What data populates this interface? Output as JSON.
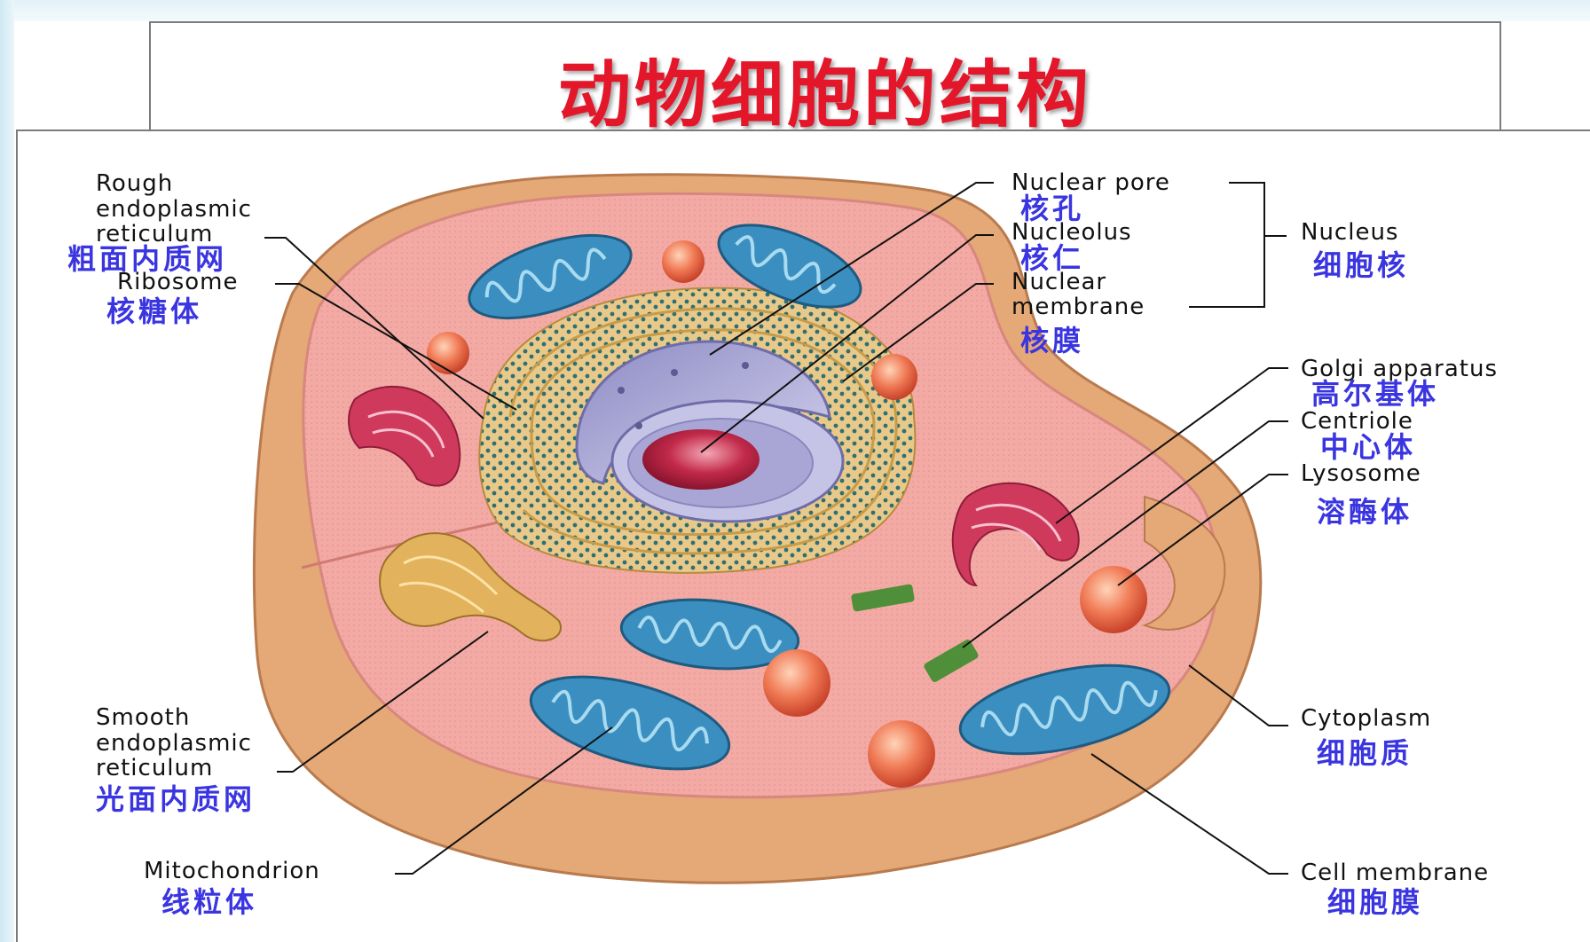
{
  "title": "动物细胞的结构",
  "labels": {
    "rough_er": {
      "en": [
        "Rough",
        "endoplasmic",
        "reticulum"
      ],
      "cn": "粗面内质网"
    },
    "ribosome": {
      "en": [
        "Ribosome"
      ],
      "cn": "核糖体"
    },
    "nuclear_pore": {
      "en": [
        "Nuclear pore"
      ],
      "cn": "核孔"
    },
    "nucleolus": {
      "en": [
        "Nucleolus"
      ],
      "cn": "核仁"
    },
    "nuclear_membrane": {
      "en": [
        "Nuclear",
        "membrane"
      ],
      "cn": "核膜"
    },
    "nucleus": {
      "en": [
        "Nucleus"
      ],
      "cn": "细胞核"
    },
    "golgi": {
      "en": [
        "Golgi apparatus"
      ],
      "cn": "高尔基体"
    },
    "centriole": {
      "en": [
        "Centriole"
      ],
      "cn": "中心体"
    },
    "lysosome": {
      "en": [
        "Lysosome"
      ],
      "cn": "溶酶体"
    },
    "smooth_er": {
      "en": [
        "Smooth",
        "endoplasmic",
        "reticulum"
      ],
      "cn": "光面内质网"
    },
    "mitochondrion": {
      "en": [
        "Mitochondrion"
      ],
      "cn": "线粒体"
    },
    "cytoplasm": {
      "en": [
        "Cytoplasm"
      ],
      "cn": "细胞质"
    },
    "cell_membrane": {
      "en": [
        "Cell membrane"
      ],
      "cn": "细胞膜"
    }
  },
  "colors": {
    "title": "#e3162a",
    "chinese_label": "#3a35e0",
    "cytoplasm": "#f2a9a3",
    "cell_wall": "#e5a877",
    "mitochondrion": "#3b8fc0",
    "nucleus": "#b9b6dc",
    "nucleolus": "#b11d3c",
    "lysosome": "#e8573d",
    "golgi": "#cf3a5c",
    "centriole": "#4f8f3a",
    "smooth_er": "#e2b25c"
  }
}
